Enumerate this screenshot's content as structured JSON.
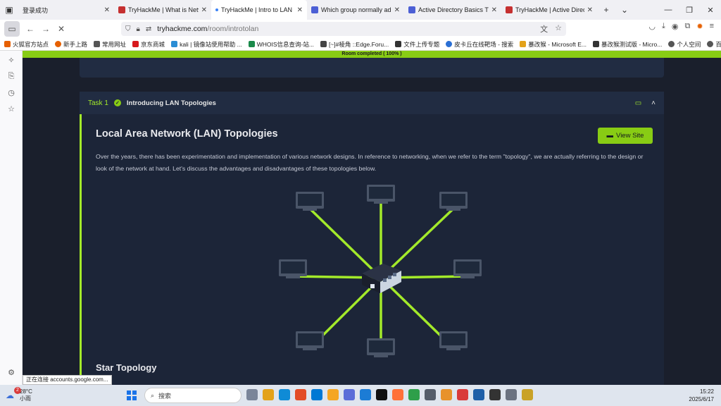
{
  "browser": {
    "tabs": [
      {
        "label": "登录成功",
        "color": "#888888"
      },
      {
        "label": "TryHackMe | What is Netwo",
        "color": "#c53030"
      },
      {
        "label": "TryHackMe | Intro to LAN",
        "color": "#3b82f6",
        "active": true
      },
      {
        "label": "Which group normally adm",
        "color": "#4c5fd5"
      },
      {
        "label": "Active Directory Basics THM",
        "color": "#4c5fd5"
      },
      {
        "label": "TryHackMe | Active Director",
        "color": "#c53030"
      }
    ],
    "url_host": "tryhackme.com",
    "url_path": "/room/introtolan",
    "bookmarks": [
      {
        "label": "火狐官方站点",
        "color": "#e66000"
      },
      {
        "label": "新手上路",
        "color": "#e66000"
      },
      {
        "label": "常用网址",
        "color": "#555555"
      },
      {
        "label": "京东商城",
        "color": "#d7191d"
      },
      {
        "label": "kali | 镜像站使用帮助 ...",
        "color": "#2a8dd4"
      },
      {
        "label": "WHOIS信息查询-站...",
        "color": "#1a8a4a"
      },
      {
        "label": "[~]#棱角 ::Edge.Foru...",
        "color": "#444444"
      },
      {
        "label": "文件上传专题",
        "color": "#333333"
      },
      {
        "label": "皮卡丘在线靶场 - 搜索",
        "color": "#2a6fd4"
      },
      {
        "label": "暴改猴 - Microsoft E...",
        "color": "#e3a21a"
      },
      {
        "label": "暴改猴测试版 - Micro...",
        "color": "#333333"
      },
      {
        "label": "个人空间",
        "color": "#555555"
      },
      {
        "label": "百度",
        "color": "#555555"
      }
    ]
  },
  "page": {
    "progress_label": "Room completed ( 100% )",
    "task_number": "Task 1",
    "task_title": "Introducing LAN Topologies",
    "heading": "Local Area Network (LAN) Topologies",
    "view_site_label": "View Site",
    "paragraph": "Over the years, there has been experimentation and implementation of various network designs. In reference to networking, when we refer to the term \"topology\", we are actually referring to the design or look of the network at hand. Let's discuss the advantages and disadvantages of these topologies below.",
    "subheading": "Star Topology",
    "diagram": {
      "link_color": "#a3ea2a",
      "device_color": "#4a5568",
      "screen_color": "#1e293b"
    }
  },
  "status_tooltip": "正在连接 accounts.google.com...",
  "taskbar": {
    "weather_temp": "28°C",
    "weather_desc": "小雨",
    "weather_badge": "2",
    "search_placeholder": "搜索",
    "time": "15:22",
    "date": "2025/6/17",
    "app_colors": [
      "#7a8599",
      "#e3a21a",
      "#0f8bd6",
      "#e34c26",
      "#0078d4",
      "#f5a623",
      "#5b6dd8",
      "#1c7cd5",
      "#111111",
      "#ff7139",
      "#2e9f4a",
      "#555d6a",
      "#e8922b",
      "#d93a3a",
      "#1e5fa8",
      "#333333",
      "#6b7280",
      "#c9a227"
    ]
  }
}
